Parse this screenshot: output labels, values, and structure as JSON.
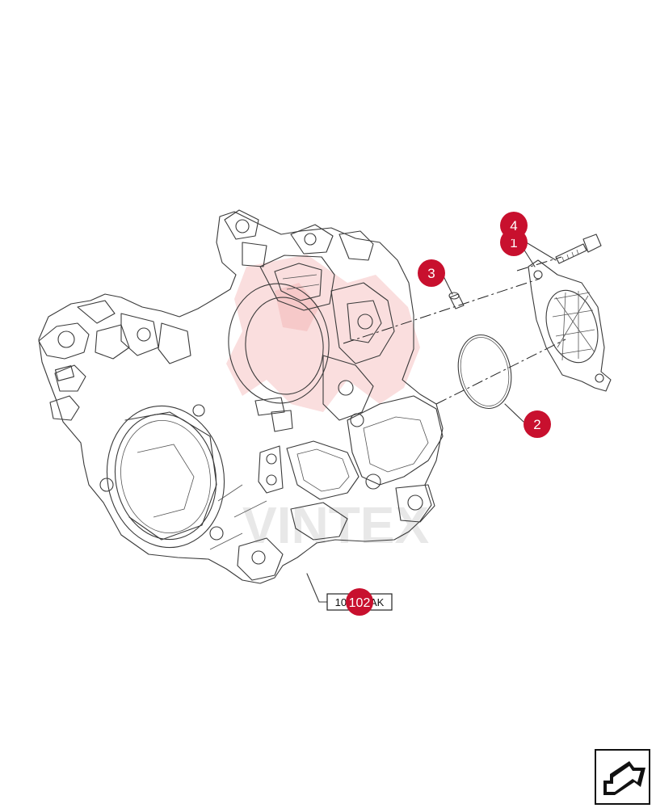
{
  "callouts": [
    {
      "id": "4",
      "label": "4"
    },
    {
      "id": "1",
      "label": "1"
    },
    {
      "id": "3",
      "label": "3"
    },
    {
      "id": "2",
      "label": "2"
    },
    {
      "id": "102",
      "label": "102"
    }
  ],
  "reference_box": {
    "text": "10.102.AK"
  },
  "watermark": {
    "text": "VINTEX",
    "color": "#e03030"
  },
  "nav": {
    "icon": "next-page-arrow-icon"
  },
  "colors": {
    "callout": "#c8102e",
    "line": "#3a3a3a"
  }
}
